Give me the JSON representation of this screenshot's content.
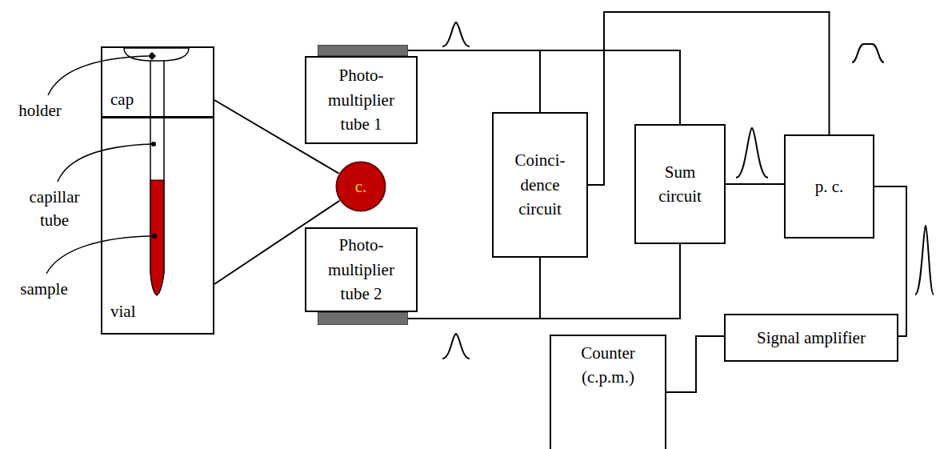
{
  "diagram": {
    "nodes": [
      {
        "text": [
          "cap"
        ]
      },
      {
        "text": [
          "vial"
        ]
      },
      {
        "text": [
          "c."
        ]
      },
      {
        "text": [
          "Photo- multiplier tube 1"
        ]
      },
      {
        "text": [
          "Photo- multiplier tube 2"
        ]
      },
      {
        "text": [
          "Coinci- dence circuit"
        ]
      },
      {
        "text": [
          "Sum circuit"
        ]
      },
      {
        "text": [
          "p. c."
        ]
      },
      {
        "text": [
          "Signal amplifier"
        ]
      },
      {
        "text": [
          "Counter (c.p.m.)"
        ]
      }
    ],
    "edges": [
      {
        "from": 0,
        "to": 2,
        "arrow": "none"
      },
      {
        "from": 1,
        "to": 2,
        "arrow": "none"
      },
      {
        "from": 3,
        "to": 5,
        "arrow": "none"
      },
      {
        "from": 3,
        "to": 6,
        "arrow": "none"
      },
      {
        "from": 4,
        "to": 5,
        "arrow": "none"
      },
      {
        "from": 4,
        "to": 6,
        "arrow": "none"
      },
      {
        "from": 5,
        "to": 7,
        "arrow": "none"
      },
      {
        "from": 6,
        "to": 7,
        "arrow": "none"
      },
      {
        "from": 7,
        "to": 8,
        "arrow": "none"
      },
      {
        "from": 8,
        "to": 9,
        "arrow": "none"
      }
    ],
    "labels": [
      "holder",
      "capillar tube",
      "sample"
    ]
  }
}
